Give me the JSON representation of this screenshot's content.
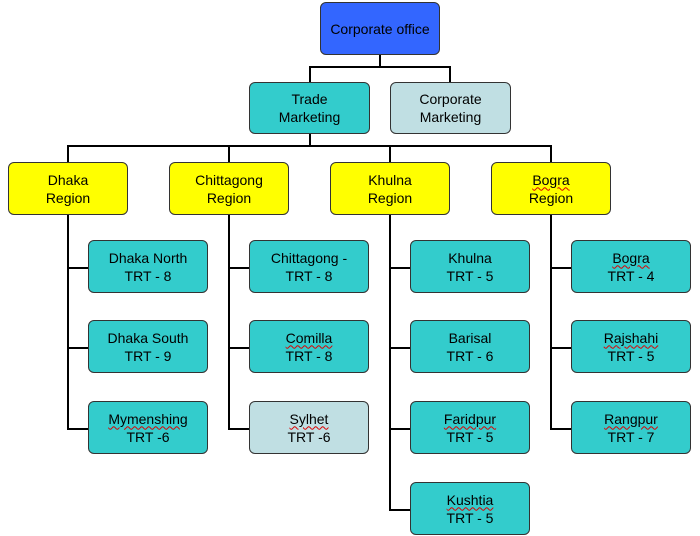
{
  "colors": {
    "corporate": "#3366ff",
    "teal": "#33cccc",
    "light": "#c0dfe3",
    "region": "#ffff00",
    "line": "#000000",
    "spellcheck": "#dd0000"
  },
  "root": {
    "lines": [
      "Corporate office"
    ]
  },
  "departments": [
    {
      "lines": [
        "Trade",
        "Marketing"
      ]
    },
    {
      "lines": [
        "Corporate",
        "Marketing"
      ]
    }
  ],
  "regions": [
    {
      "lines": [
        "Dhaka",
        "Region"
      ],
      "offices": [
        {
          "lines": [
            "Dhaka North",
            "TRT - 8"
          ]
        },
        {
          "lines": [
            "Dhaka South",
            "TRT - 9"
          ]
        },
        {
          "lines": [
            "Mymenshing",
            "TRT -6"
          ],
          "spellcheck": true
        }
      ]
    },
    {
      "lines": [
        "Chittagong",
        "Region"
      ],
      "offices": [
        {
          "lines": [
            "Chittagong -",
            "TRT - 8"
          ]
        },
        {
          "lines": [
            "Comilla",
            "TRT - 8"
          ],
          "spellcheck": true
        },
        {
          "lines": [
            "Sylhet",
            "TRT -6"
          ],
          "spellcheck": true
        }
      ]
    },
    {
      "lines": [
        "Khulna",
        "Region"
      ],
      "offices": [
        {
          "lines": [
            "Khulna",
            "TRT - 5"
          ]
        },
        {
          "lines": [
            "Barisal",
            "TRT - 6"
          ]
        },
        {
          "lines": [
            "Faridpur",
            "TRT - 5"
          ],
          "spellcheck": true
        },
        {
          "lines": [
            "Kushtia",
            "TRT - 5"
          ],
          "spellcheck": true
        }
      ]
    },
    {
      "lines": [
        "Bogra",
        "Region"
      ],
      "spellcheck": true,
      "offices": [
        {
          "lines": [
            "Bogra",
            "TRT - 4"
          ],
          "spellcheck": true
        },
        {
          "lines": [
            "Rajshahi",
            "TRT - 5"
          ],
          "spellcheck": true
        },
        {
          "lines": [
            "Rangpur",
            "TRT - 7"
          ],
          "spellcheck": true
        }
      ]
    }
  ]
}
